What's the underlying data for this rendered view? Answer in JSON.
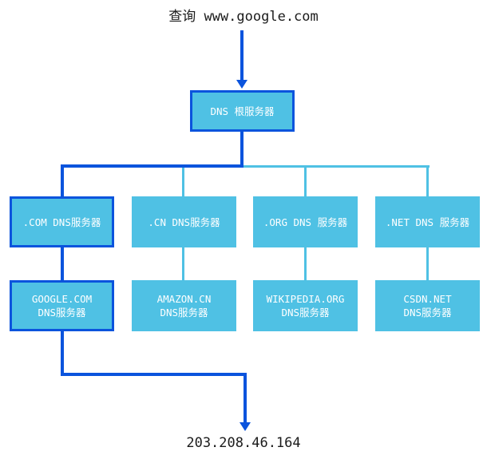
{
  "diagram": {
    "title_query": "查询 www.google.com",
    "result_ip": "203.208.46.164",
    "colors": {
      "node_fill": "#4fc1e4",
      "highlight": "#0b54dd",
      "normal_connector": "#4fc1e4",
      "text": "#ffffff",
      "label_text": "#1b1b1b"
    },
    "root": {
      "label": "DNS 根服务器"
    },
    "tld": [
      {
        "label": ".COM DNS服务器",
        "highlighted": true
      },
      {
        "label": ".CN DNS服务器",
        "highlighted": false
      },
      {
        "label": ".ORG DNS 服务器",
        "highlighted": false
      },
      {
        "label": ".NET DNS 服务器",
        "highlighted": false
      }
    ],
    "authoritative": [
      {
        "line1": "GOOGLE.COM",
        "line2": "DNS服务器",
        "highlighted": true
      },
      {
        "line1": "AMAZON.CN",
        "line2": "DNS服务器",
        "highlighted": false
      },
      {
        "line1": "WIKIPEDIA.ORG",
        "line2": "DNS服务器",
        "highlighted": false
      },
      {
        "line1": "CSDN.NET",
        "line2": "DNS服务器",
        "highlighted": false
      }
    ]
  }
}
